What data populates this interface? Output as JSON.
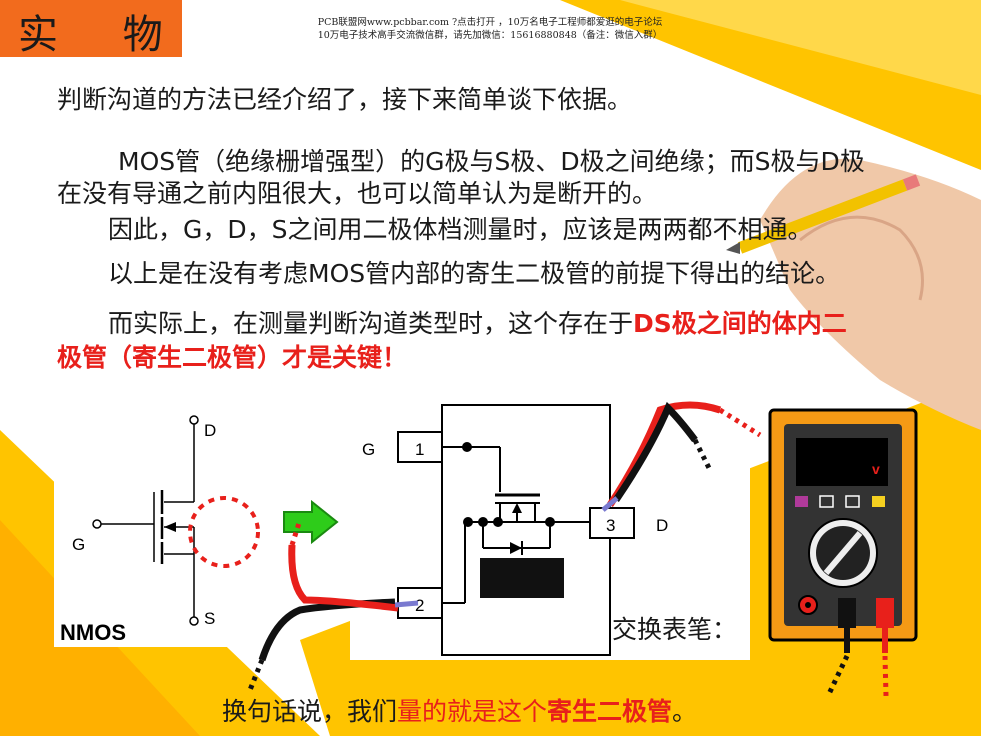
{
  "title": "实 物",
  "header": {
    "line1": "PCB联盟网www.pcbbar.com ?点击打开 ，10万名电子工程师都爱逛的电子论坛",
    "line2": "10万电子技术高手交流微信群，请先加微信：15616880848（备注：微信入群）"
  },
  "paragraphs": {
    "p1": "判断沟道的方法已经介绍了，接下来简单谈下依据。",
    "p2a": "MOS管（绝缘栅增强型）的G极与S极、D极之间绝缘；而S极与D极",
    "p2b": "在没有导通之前内阻很大，也可以简单认为是断开的。",
    "p3": "因此，G，D，S之间用二极体档测量时，应该是两两都不相通。",
    "p4": "以上是在没有考虑MOS管内部的寄生二极管的前提下得出的结论。",
    "p5a_plain": "而实际上，在测量判断沟道类型时，这个存在于",
    "p5a_red": "DS极之间的体内二",
    "p5b_red": "极管（寄生二极管）才是关键！"
  },
  "nmos": {
    "label": "NMOS",
    "pin_d": "D",
    "pin_g": "G",
    "pin_s": "S"
  },
  "chip": {
    "pin1": "1",
    "pin2": "2",
    "pin3": "3",
    "label_g": "G",
    "label_d": "D"
  },
  "meter": {
    "unit": "v"
  },
  "swap_label": "交换表笔：",
  "conclusion": {
    "a": "换句话说，我们",
    "b": "量的就是这个",
    "c": "寄生二极管",
    "d": "。"
  },
  "colors": {
    "accent_orange": "#f26b1d",
    "yellow": "#ffc400",
    "red": "#e8201b",
    "green": "#2ecc1a"
  }
}
